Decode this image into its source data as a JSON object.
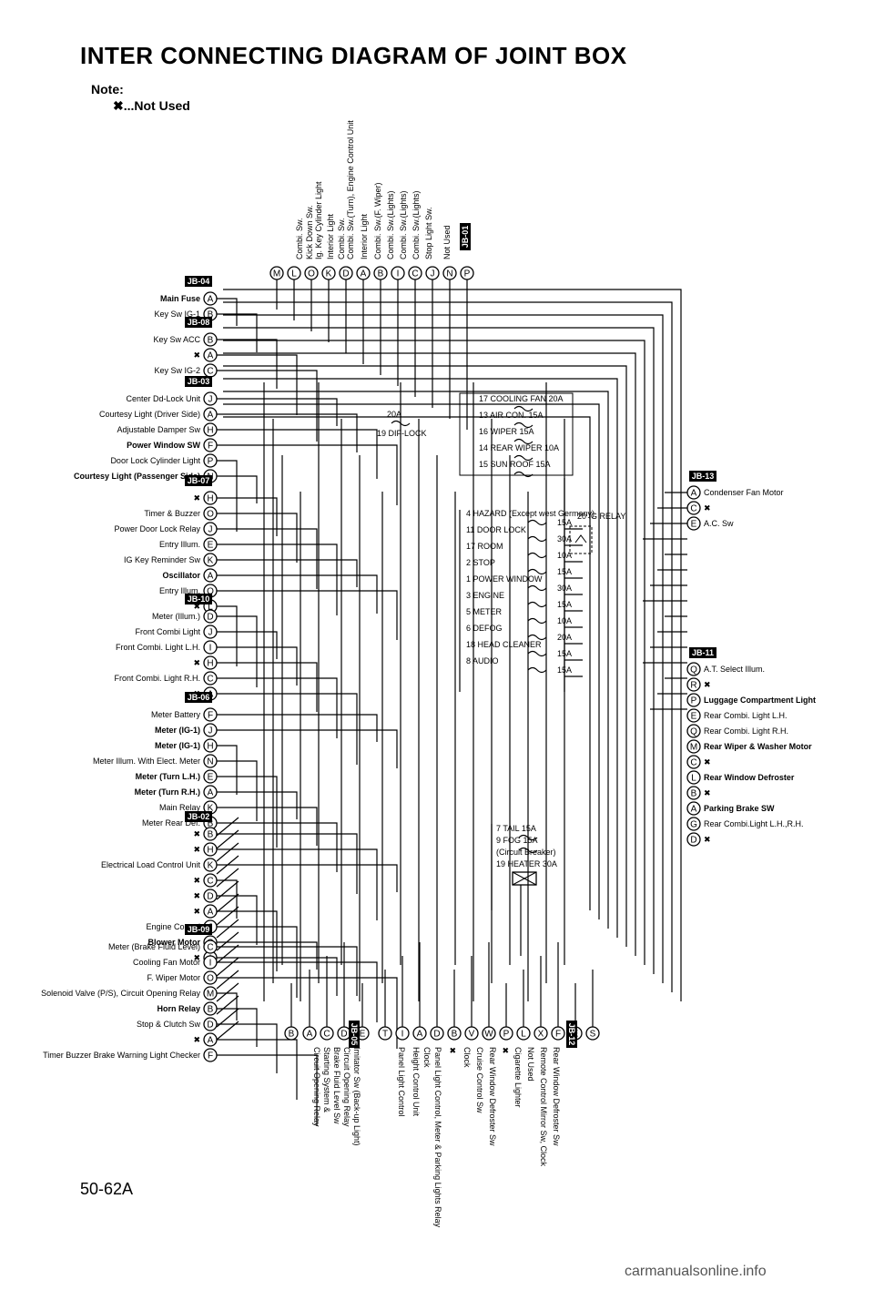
{
  "title": "INTER CONNECTING DIAGRAM OF JOINT BOX",
  "note_label": "Note:",
  "note_legend": "✖...Not Used",
  "page_number": "50-62A",
  "watermark": "carmanualsonline.info",
  "top_connector": {
    "name": "JB-01",
    "labels": [
      "Combi. Sw.",
      "Kick Down Sw.",
      "Ig. Key Cylinder Light",
      "Interior Light",
      "Combi. Sw.",
      "Combi. Sw.(Turn), Engine Control Unit",
      "Interior Light",
      "Combi. Sw.(F. Wiper)",
      "Combi. Sw.(Lights)",
      "Combi. Sw.(Lights)",
      "Combi. Sw.(Lights)",
      "Stop Light Sw.",
      "Not Used"
    ],
    "pins": [
      "M",
      "L",
      "O",
      "K",
      "D",
      "A",
      "B",
      "I",
      "C",
      "J",
      "N",
      "P"
    ]
  },
  "left_groups": [
    {
      "name": "JB-04",
      "rows": [
        {
          "label": "Main Fuse",
          "pin": "A",
          "bold": true
        },
        {
          "label": "Key Sw IG-1",
          "pin": "B",
          "bold": false
        }
      ]
    },
    {
      "name": "JB-08",
      "rows": [
        {
          "label": "Key Sw ACC",
          "pin": "B",
          "bold": false
        },
        {
          "label": "✖",
          "pin": "A",
          "bold": false
        },
        {
          "label": "Key Sw IG-2",
          "pin": "C",
          "bold": false
        }
      ]
    },
    {
      "name": "JB-03",
      "rows": [
        {
          "label": "Center Dd-Lock Unit",
          "pin": "J",
          "bold": false
        },
        {
          "label": "Courtesy Light (Driver Side)",
          "pin": "A",
          "bold": false
        },
        {
          "label": "Adjustable Damper Sw",
          "pin": "H",
          "bold": false
        },
        {
          "label": "Power Window SW",
          "pin": "F",
          "bold": true
        },
        {
          "label": "Door Lock Cylinder Light",
          "pin": "P",
          "bold": false
        },
        {
          "label": "Courtesy Light (Passenger Side)",
          "pin": "N",
          "bold": true
        }
      ]
    },
    {
      "name": "JB-07",
      "rows": [
        {
          "label": "✖",
          "pin": "H",
          "bold": false
        },
        {
          "label": "Timer & Buzzer",
          "pin": "O",
          "bold": false
        },
        {
          "label": "Power Door Lock Relay",
          "pin": "J",
          "bold": false
        },
        {
          "label": "Entry Illum.",
          "pin": "E",
          "bold": false
        },
        {
          "label": "IG Key Reminder Sw",
          "pin": "K",
          "bold": false
        },
        {
          "label": "Oscillator",
          "pin": "A",
          "bold": true
        },
        {
          "label": "Entry Illum.",
          "pin": "Q",
          "bold": false
        },
        {
          "label": "✖",
          "pin": "L",
          "bold": false
        }
      ]
    },
    {
      "name": "JB-10",
      "rows": [
        {
          "label": "Meter (Illum.)",
          "pin": "D",
          "bold": false
        },
        {
          "label": "Front Combi Light",
          "pin": "J",
          "bold": false
        },
        {
          "label": "Front Combi. Light L.H.",
          "pin": "I",
          "bold": false
        },
        {
          "label": "✖",
          "pin": "H",
          "bold": false
        },
        {
          "label": "Front Combi. Light R.H.",
          "pin": "C",
          "bold": false
        },
        {
          "label": "✖",
          "pin": "A",
          "bold": false
        }
      ]
    },
    {
      "name": "JB-06",
      "rows": [
        {
          "label": "Meter Battery",
          "pin": "F",
          "bold": false
        },
        {
          "label": "Meter (IG-1)",
          "pin": "J",
          "bold": true
        },
        {
          "label": "Meter (IG-1)",
          "pin": "H",
          "bold": true
        },
        {
          "label": "Meter Illum. With Elect. Meter",
          "pin": "N",
          "bold": false
        },
        {
          "label": "Meter (Turn L.H.)",
          "pin": "E",
          "bold": true
        },
        {
          "label": "Meter (Turn R.H.)",
          "pin": "A",
          "bold": true
        },
        {
          "label": "Main Relay",
          "pin": "K",
          "bold": false
        },
        {
          "label": "Meter Rear Def.",
          "pin": "B",
          "bold": false
        }
      ]
    },
    {
      "name": "JB-02",
      "rows": [
        {
          "label": "✖",
          "pin": "B",
          "bold": false
        },
        {
          "label": "✖",
          "pin": "H",
          "bold": false
        },
        {
          "label": "Electrical Load Control Unit",
          "pin": "K",
          "bold": false
        },
        {
          "label": "✖",
          "pin": "C",
          "bold": false
        },
        {
          "label": "✖",
          "pin": "D",
          "bold": false
        },
        {
          "label": "✖",
          "pin": "A",
          "bold": false
        },
        {
          "label": "Engine Control",
          "pin": "J",
          "bold": false
        },
        {
          "label": "Blower Motor",
          "pin": "G",
          "bold": true
        },
        {
          "label": "✖",
          "pin": "I",
          "bold": false
        }
      ]
    },
    {
      "name": "JB-09",
      "rows": [
        {
          "label": "Meter (Brake Fluid Level)",
          "pin": "C",
          "bold": false
        },
        {
          "label": "Cooling Fan Motor",
          "pin": "I",
          "bold": false
        },
        {
          "label": "F. Wiper Motor",
          "pin": "O",
          "bold": false
        },
        {
          "label": "Solenoid Valve (P/S), Circuit Opening Relay",
          "pin": "M",
          "bold": false
        },
        {
          "label": "Horn Relay",
          "pin": "B",
          "bold": true
        },
        {
          "label": "Stop & Clutch Sw",
          "pin": "D",
          "bold": false
        },
        {
          "label": "✖",
          "pin": "A",
          "bold": false
        },
        {
          "label": "Timer Buzzer Brake Warning Light Checker",
          "pin": "F",
          "bold": false
        }
      ]
    }
  ],
  "right_groups": [
    {
      "name": "JB-13",
      "rows": [
        {
          "label": "Condenser Fan Motor",
          "pin": "A",
          "bold": false
        },
        {
          "label": "✖",
          "pin": "C",
          "bold": false
        },
        {
          "label": "A.C. Sw",
          "pin": "E",
          "bold": false
        }
      ]
    },
    {
      "name": "JB-11",
      "rows": [
        {
          "label": "A.T. Select Illum.",
          "pin": "Q",
          "bold": false
        },
        {
          "label": "✖",
          "pin": "R",
          "bold": false
        },
        {
          "label": "Luggage Compartment Light",
          "pin": "P",
          "bold": true
        },
        {
          "label": "Rear Combi. Light L.H.",
          "pin": "E",
          "bold": false
        },
        {
          "label": "Rear Combi. Light R.H.",
          "pin": "Q",
          "bold": false
        },
        {
          "label": "Rear Wiper & Washer Motor",
          "pin": "M",
          "bold": true
        },
        {
          "label": "✖",
          "pin": "C",
          "bold": false
        },
        {
          "label": "Rear Window Defroster",
          "pin": "L",
          "bold": true
        },
        {
          "label": "✖",
          "pin": "B",
          "bold": false
        },
        {
          "label": "Parking Brake SW",
          "pin": "A",
          "bold": true
        },
        {
          "label": "Rear Combi.Light L.H.,R.H.",
          "pin": "G",
          "bold": false
        },
        {
          "label": "✖",
          "pin": "D",
          "bold": false
        }
      ]
    }
  ],
  "bottom_groups": [
    {
      "name": "JB-05",
      "pins": [
        "B",
        "A",
        "C",
        "D",
        "E"
      ],
      "labels": [
        "Circuit Opening Relay",
        "Starting System &",
        "Brake Fluid Level Sw",
        "Circuit Opening Relay",
        "Imitator Sw (Back-up Light)"
      ]
    },
    {
      "name": "JB-12",
      "pins": [
        "T",
        "I",
        "A",
        "D",
        "B",
        "V",
        "W",
        "P",
        "L",
        "X",
        "F",
        "E",
        "S"
      ],
      "labels": [
        "Panel Light Control",
        "Height Control Unit",
        "Clock",
        "Panel Light Control, Meter & Parking Lights Relay",
        "✖",
        "Clock",
        "Cruise Control Sw",
        "Rear Window Defroster Sw",
        "✖",
        "Cigarette Lighter",
        "Not Used",
        "Remote Control Mirror Sw, Clock",
        "Rear Window Defroster Sw"
      ]
    }
  ],
  "fuses_upper": [
    {
      "num": "17",
      "name": "COOLING FAN",
      "amp": "20A"
    },
    {
      "num": "13",
      "name": "AIR CON.",
      "amp": "15A"
    },
    {
      "num": "16",
      "name": "WIPER",
      "amp": "15A"
    },
    {
      "num": "14",
      "name": "REAR WIPER",
      "amp": "10A"
    },
    {
      "num": "15",
      "name": "SUN ROOF",
      "amp": "15A"
    }
  ],
  "fuses_middle": [
    {
      "num": "4",
      "name": "HAZARD",
      "note": "(Except west Germany)",
      "amp": "15A"
    },
    {
      "num": "11",
      "name": "DOOR LOCK",
      "amp": "30A"
    },
    {
      "num": "17",
      "name": "ROOM",
      "amp": "10A"
    },
    {
      "num": "2",
      "name": "STOP",
      "amp": "15A"
    },
    {
      "num": "1",
      "name": "POWER WINDOW",
      "amp": "30A"
    },
    {
      "num": "3",
      "name": "ENGINE",
      "amp": "15A"
    },
    {
      "num": "5",
      "name": "METER",
      "amp": "10A"
    },
    {
      "num": "6",
      "name": "DEFOG",
      "amp": "20A"
    },
    {
      "num": "18",
      "name": "HEAD CLEANER",
      "amp": "15A"
    },
    {
      "num": "8",
      "name": "AUDIO",
      "amp": "15A"
    }
  ],
  "fuses_lower": [
    {
      "num": "7",
      "name": "TAIL",
      "amp": "15A"
    },
    {
      "num": "9",
      "name": "FOG",
      "amp": "15A"
    },
    {
      "num": "",
      "name": "(Circuit Breaker)",
      "amp": ""
    },
    {
      "num": "19",
      "name": "HEATER",
      "amp": "30A"
    }
  ],
  "dif_lock": {
    "amp": "20A",
    "label": "DIF-LOCK",
    "num": "19"
  },
  "ig_relay": {
    "num": "20",
    "label": "IG RELAY"
  }
}
